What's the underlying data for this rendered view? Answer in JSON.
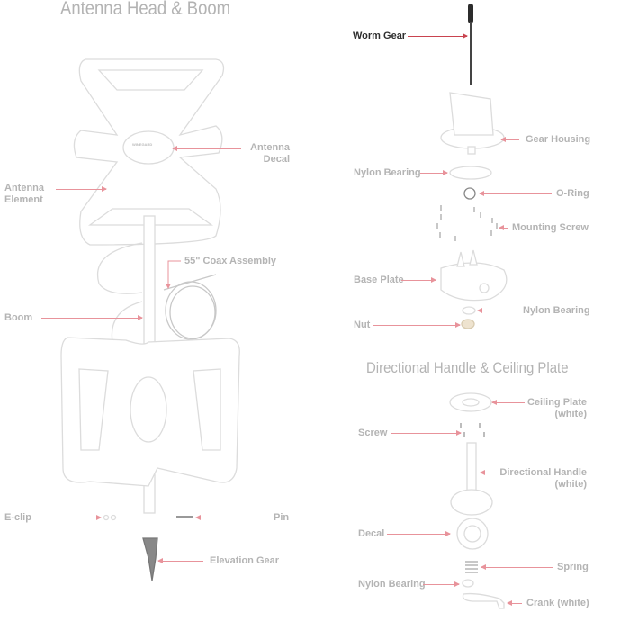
{
  "sections": {
    "antenna_head_title": "Antenna Head & Boom",
    "directional_title": "Directional Handle & Ceiling Plate"
  },
  "decal_brand": "WINEGARD",
  "left_labels": {
    "antenna_decal": [
      "Antenna",
      "Decal"
    ],
    "antenna_element": [
      "Antenna",
      "Element"
    ],
    "coax": "55\" Coax Assembly",
    "boom": "Boom",
    "eclip": "E-clip",
    "pin": "Pin",
    "elevation_gear": "Elevation Gear"
  },
  "right_labels": {
    "worm_gear": "Worm Gear",
    "gear_housing": "Gear Housing",
    "nylon_bearing_1": "Nylon Bearing",
    "o_ring": "O-Ring",
    "mounting_screw": "Mounting Screw",
    "base_plate": "Base Plate",
    "nylon_bearing_2": "Nylon Bearing",
    "nut": "Nut",
    "ceiling_plate": [
      "Ceiling Plate",
      "(white)"
    ],
    "screw": "Screw",
    "directional_handle": [
      "Directional Handle",
      "(white)"
    ],
    "decal": "Decal",
    "spring": "Spring",
    "nylon_bearing_3": "Nylon Bearing",
    "crank": "Crank (white)"
  },
  "colors": {
    "label": "#b4b4b4",
    "arrow": "#e8939b",
    "highlight": "#2e2e2e"
  }
}
